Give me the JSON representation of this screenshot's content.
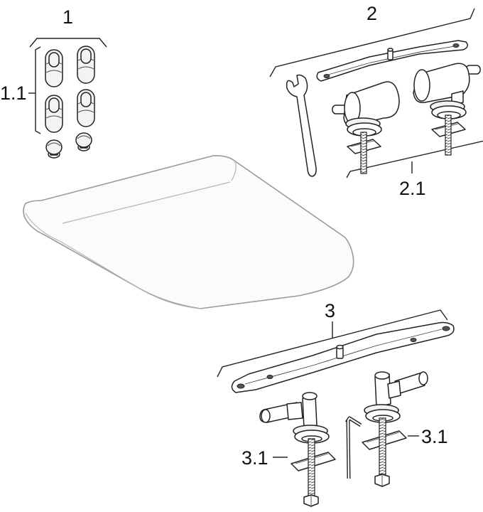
{
  "labels": {
    "item_1": "1",
    "item_1_1": "1.1",
    "item_2": "2",
    "item_2_1": "2.1",
    "item_3": "3",
    "item_3_1_right": "3.1",
    "item_3_1_left": "3.1"
  }
}
